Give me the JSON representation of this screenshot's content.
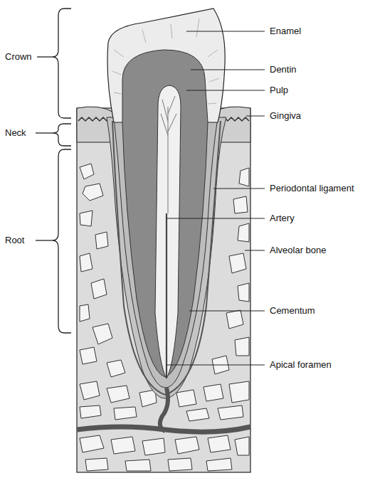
{
  "diagram": {
    "labels": [
      "Crown",
      "Neck",
      "Root",
      "Enamel",
      "Dentin",
      "Pulp",
      "Gingiva",
      "Periodontal ligament",
      "Artery",
      "Alveolar bone",
      "Cementum",
      "Apical foramen"
    ]
  }
}
